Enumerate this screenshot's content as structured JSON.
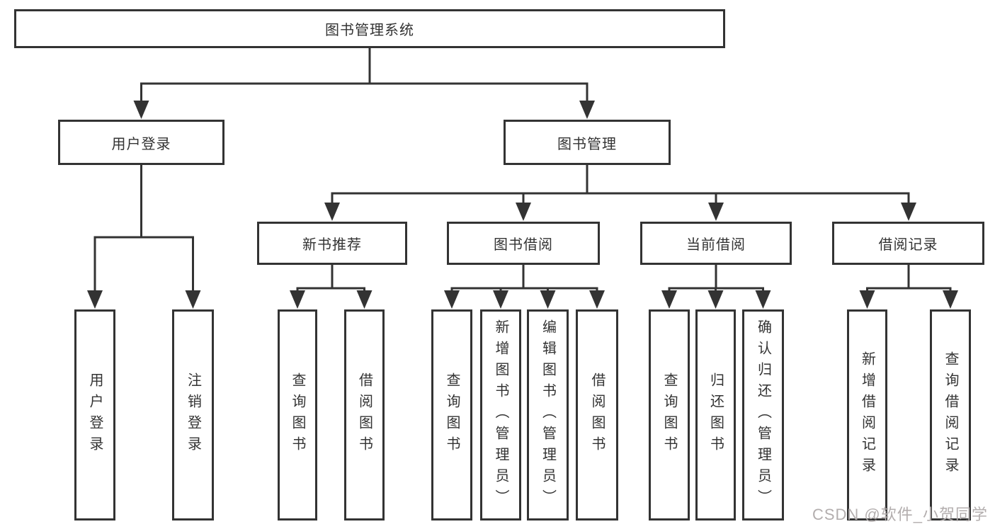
{
  "tree": {
    "root": "图书管理系统",
    "level2": {
      "user_login": "用户登录",
      "book_mgmt": "图书管理"
    },
    "level3": {
      "new_books": "新书推荐",
      "book_borrow": "图书借阅",
      "current_borrow": "当前借阅",
      "borrow_records": "借阅记录"
    },
    "leaves": {
      "user_login": [
        "用户登录",
        "注销登录"
      ],
      "new_books": [
        "查询图书",
        "借阅图书"
      ],
      "book_borrow": [
        "查询图书",
        "新增图书（管理员）",
        "编辑图书（管理员）",
        "借阅图书"
      ],
      "current_borrow": [
        "查询图书",
        "归还图书",
        "确认归还（管理员）"
      ],
      "borrow_records": [
        "新增借阅记录",
        "查询借阅记录"
      ]
    }
  },
  "watermark": "CSDN @软件_小贺同学",
  "colors": {
    "line": "#333333",
    "text": "#333333",
    "box_background": "#ffffff",
    "watermark": "#b3aeae"
  }
}
